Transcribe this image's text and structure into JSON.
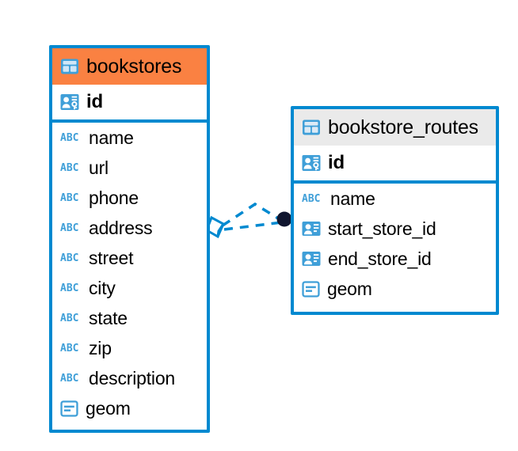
{
  "diagram": {
    "type": "er-diagram",
    "colors": {
      "brand_blue": "#0089d0",
      "selected_header_orange": "#fa8142",
      "plain_header_gray": "#eaeaea",
      "icon_blue": "#3f9fd8",
      "endpoint_dark": "#10162f",
      "text": "#000000"
    },
    "tables": [
      {
        "name": "bookstores",
        "header_icon": "table-icon",
        "selected": true,
        "fields": [
          {
            "name": "id",
            "icon": "primary-key-icon",
            "primary_key": true
          },
          {
            "name": "name",
            "icon": "abc-text-icon",
            "primary_key": false
          },
          {
            "name": "url",
            "icon": "abc-text-icon",
            "primary_key": false
          },
          {
            "name": "phone",
            "icon": "abc-text-icon",
            "primary_key": false
          },
          {
            "name": "address",
            "icon": "abc-text-icon",
            "primary_key": false
          },
          {
            "name": "street",
            "icon": "abc-text-icon",
            "primary_key": false
          },
          {
            "name": "city",
            "icon": "abc-text-icon",
            "primary_key": false
          },
          {
            "name": "state",
            "icon": "abc-text-icon",
            "primary_key": false
          },
          {
            "name": "zip",
            "icon": "abc-text-icon",
            "primary_key": false
          },
          {
            "name": "description",
            "icon": "abc-text-icon",
            "primary_key": false
          },
          {
            "name": "geom",
            "icon": "geometry-icon",
            "primary_key": false
          }
        ]
      },
      {
        "name": "bookstore_routes",
        "header_icon": "table-icon",
        "selected": false,
        "fields": [
          {
            "name": "id",
            "icon": "primary-key-icon",
            "primary_key": true
          },
          {
            "name": "name",
            "icon": "abc-text-icon",
            "primary_key": false
          },
          {
            "name": "start_store_id",
            "icon": "foreign-key-icon",
            "primary_key": false
          },
          {
            "name": "end_store_id",
            "icon": "foreign-key-icon",
            "primary_key": false
          },
          {
            "name": "geom",
            "icon": "geometry-icon",
            "primary_key": false
          }
        ]
      }
    ],
    "relationship": {
      "source_table": "bookstores",
      "target_table": "bookstore_routes",
      "style": "dashed",
      "source_marker": "diamond-marker",
      "target_marker": "filled-circle-marker"
    },
    "abc_icon_label": "ABC"
  }
}
